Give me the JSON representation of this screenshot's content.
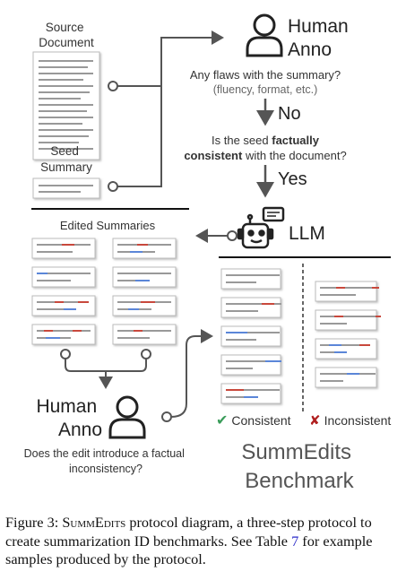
{
  "diagram": {
    "source_document_label": [
      "Source",
      "Document"
    ],
    "seed_summary_label": [
      "Seed",
      "Summary"
    ],
    "human_anno_top": [
      "Human",
      "Anno"
    ],
    "question_flaws": "Any flaws with the summary?",
    "question_flaws_sub": "(fluency, format, etc.)",
    "answer_no": "No",
    "question_consistency_pre": "Is the seed ",
    "question_consistency_bold1": "factually",
    "question_consistency_bold2": "consistent",
    "question_consistency_post": " with the document?",
    "answer_yes": "Yes",
    "llm_label": "LLM",
    "edited_summaries_label": "Edited Summaries",
    "human_anno_bottom": [
      "Human",
      "Anno"
    ],
    "question_edit": [
      "Does the edit introduce a factual",
      "inconsistency?"
    ],
    "consistent_mark": "✔",
    "consistent_label": "Consistent",
    "inconsistent_mark": "✘",
    "inconsistent_label": "Inconsistent",
    "benchmark_title": [
      "SummEdits",
      "Benchmark"
    ],
    "colors": {
      "red": "#c8483c",
      "blue": "#5b86d8",
      "gray": "#8a8a8a",
      "check": "#3a9c5a",
      "cross": "#b02020"
    }
  },
  "caption": {
    "figure": "Figure 3:",
    "name": "SummEdits",
    "text1": " protocol diagram, a three-step protocol to create summarization ID benchmarks. See Table ",
    "table_ref": "7",
    "text2": " for example samples produced by the protocol."
  }
}
